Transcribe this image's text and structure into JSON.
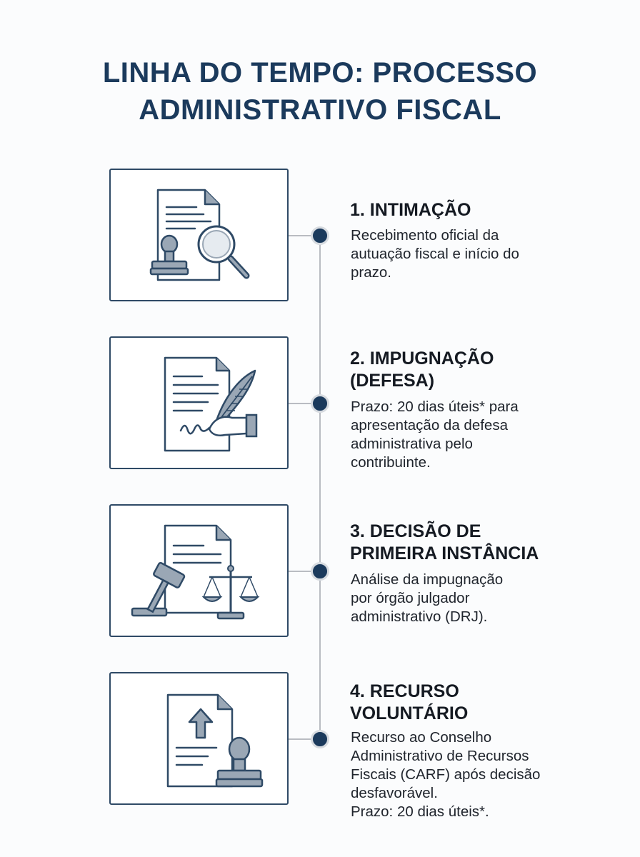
{
  "title_lines": [
    "LINHA DO TEMPO: PROCESSO",
    "ADMINISTRATIVO FISCAL"
  ],
  "colors": {
    "navy": "#1b3a5c",
    "icon_fill": "#9aa7b5",
    "line": "#b9bcc2"
  },
  "steps": [
    {
      "title": "1. INTIMAÇÃO",
      "icon": "document-magnifier-stamp-icon",
      "desc_lines": [
        "Recebimento oficial da",
        "autuação fiscal e início do",
        "prazo."
      ]
    },
    {
      "title_lines": [
        "2. IMPUGNAÇÃO",
        "(DEFESA)"
      ],
      "icon": "document-quill-signature-icon",
      "desc_lines": [
        "Prazo: 20 dias úteis* para",
        "apresentação da defesa",
        "administrativa pelo",
        "contribuinte."
      ]
    },
    {
      "title_lines": [
        "3. DECISÃO DE",
        "PRIMEIRA INSTÂNCIA"
      ],
      "icon": "document-gavel-scales-icon",
      "desc_lines": [
        "Análise da impugnação",
        "por órgão julgador",
        "administrativo (DRJ)."
      ]
    },
    {
      "title_lines": [
        "4. RECURSO",
        "VOLUNTÁRIO"
      ],
      "icon": "document-upload-stamp-icon",
      "desc_lines": [
        "Recurso ao Conselho",
        "Administrativo de Recursos",
        "Fiscais (CARF) após decisão",
        "desfavorável.",
        "Prazo: 20 dias úteis*."
      ]
    }
  ]
}
